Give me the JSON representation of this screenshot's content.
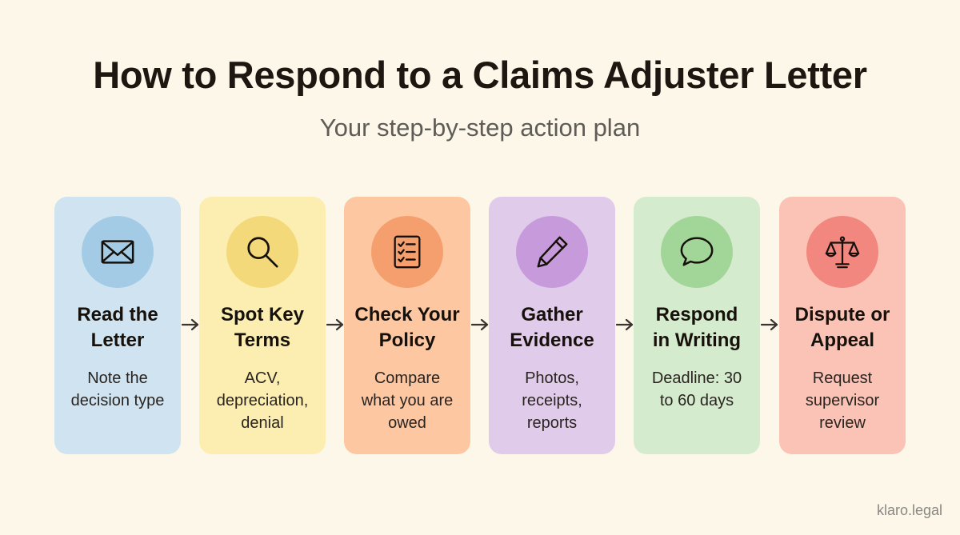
{
  "title": "How to Respond to a Claims Adjuster Letter",
  "subtitle": "Your step-by-step action plan",
  "steps": [
    {
      "title_line1": "Read the",
      "title_line2": "Letter",
      "desc": [
        "Note the",
        "decision type"
      ],
      "icon": "envelope-icon",
      "card_color": "#cfe4f0",
      "circle_color": "#a4cbe6"
    },
    {
      "title_line1": "Spot Key",
      "title_line2": "Terms",
      "desc": [
        "ACV,",
        "depreciation,",
        "denial"
      ],
      "icon": "magnifier-icon",
      "card_color": "#fbeeb0",
      "circle_color": "#f3d97a"
    },
    {
      "title_line1": "Check Your",
      "title_line2": "Policy",
      "desc": [
        "Compare",
        "what you are",
        "owed"
      ],
      "icon": "checklist-icon",
      "card_color": "#fdc7a2",
      "circle_color": "#f59f6e"
    },
    {
      "title_line1": "Gather",
      "title_line2": "Evidence",
      "desc": [
        "Photos,",
        "receipts,",
        "reports"
      ],
      "icon": "pencil-icon",
      "card_color": "#e0cbea",
      "circle_color": "#c79bdb"
    },
    {
      "title_line1": "Respond",
      "title_line2": "in Writing",
      "desc": [
        "Deadline: 30",
        "to 60 days"
      ],
      "icon": "speech-bubble-icon",
      "card_color": "#d5ebce",
      "circle_color": "#a2d598"
    },
    {
      "title_line1": "Dispute or",
      "title_line2": "Appeal",
      "desc": [
        "Request",
        "supervisor",
        "review"
      ],
      "icon": "scales-icon",
      "card_color": "#fbc3b5",
      "circle_color": "#f1877e"
    }
  ],
  "watermark": "klaro.legal",
  "colors": {
    "background": "#fcf7e9",
    "title": "#1e1610",
    "subtitle": "#5f5b57",
    "arrow": "#3a3430"
  }
}
